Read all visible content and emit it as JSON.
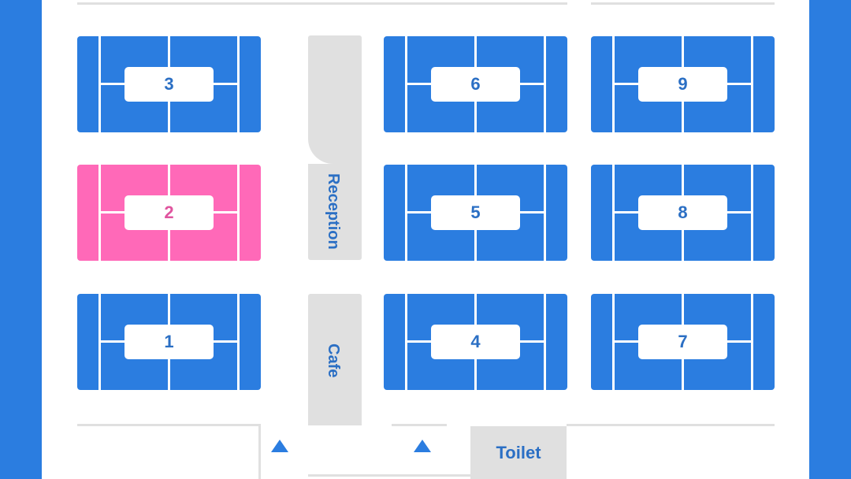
{
  "venue": {
    "courts": [
      {
        "number": "3",
        "status": "available"
      },
      {
        "number": "6",
        "status": "available"
      },
      {
        "number": "9",
        "status": "available"
      },
      {
        "number": "2",
        "status": "selected"
      },
      {
        "number": "5",
        "status": "available"
      },
      {
        "number": "8",
        "status": "available"
      },
      {
        "number": "1",
        "status": "available"
      },
      {
        "number": "4",
        "status": "available"
      },
      {
        "number": "7",
        "status": "available"
      }
    ],
    "reception_label": "Reception",
    "cafe_label": "Cafe",
    "toilet_label": "Toilet",
    "entrance_icons": [
      "up-arrow-icon",
      "up-arrow-icon"
    ]
  },
  "colors": {
    "page_background": "#2b7de0",
    "court_available": "#2b7de0",
    "court_selected": "#ff69b8",
    "facility_fill": "#e0e0e0",
    "label_text": "#2b6fc4",
    "selected_label_text": "#e0559f"
  }
}
